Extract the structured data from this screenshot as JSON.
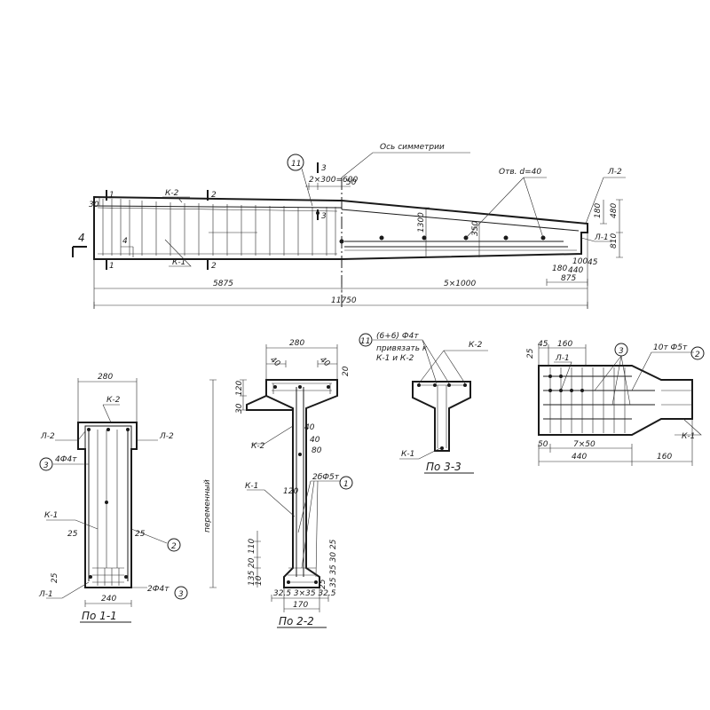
{
  "elevation": {
    "axis_of_symmetry": "Ось симметрии",
    "opening_label": "Отв. d=40",
    "dimensions": {
      "left_span": "5875",
      "right_span": "5×1000",
      "total_length": "11750",
      "height_middle": "1300",
      "end_height_top": "480",
      "end_height_bottom": "810",
      "end_small_1": "180",
      "end_small_2": "350",
      "bottom_180": "180",
      "bottom_100": "100",
      "bottom_440": "440",
      "bottom_45": "45",
      "bottom_875": "875",
      "top_step": "2×300=600",
      "top_50": "50",
      "left_30": "30"
    },
    "labels": {
      "k2": "К-2",
      "k1": "К-1",
      "l1": "Л-1",
      "l2": "Л-2",
      "section_1": "1",
      "section_2": "2",
      "section_3": "3",
      "section_4": "4",
      "callout_11": "11"
    }
  },
  "section_1": {
    "title": "По 1-1",
    "width_top": "280",
    "width_bottom": "240",
    "k2": "К-2",
    "k1": "К-1",
    "l2_left": "Л-2",
    "l2_right": "Л-2",
    "l1": "Л-1",
    "bar_top": "4Ф4т",
    "bar_bottom": "2Ф4т",
    "callout_3_top": "3",
    "callout_2": "2",
    "callout_3_bottom": "3",
    "cover_left": "25",
    "cover_right": "25",
    "cover_bottom": "25"
  },
  "section_2": {
    "title": "По 2-2",
    "width_top": "280",
    "flange_left": "40",
    "flange_right": "40",
    "top_20": "20",
    "web_label": "переменный",
    "h120": "120",
    "h30": "30",
    "d40_a": "40",
    "d40_b": "40",
    "d80": "80",
    "d120": "120",
    "k2": "К-2",
    "k1": "К-1",
    "bars": "2бФ5т",
    "callout_1": "1",
    "bottom_110": "110",
    "bottom_20": "20",
    "bottom_135": "135",
    "bottom_10": "10",
    "bottom_dims": "32.5  3×35  32.5",
    "bottom_width": "170",
    "right_stack": "35 35 30 25",
    "bottom_extra": "25"
  },
  "section_3": {
    "title": "По 3-3",
    "callout_11": "11",
    "bars": "(6+6) Ф4т",
    "note_line1": "привязать к",
    "note_line2": "К-1 и К-2",
    "k2": "К-2",
    "k1": "К-1"
  },
  "section_4": {
    "dim_45": "45",
    "dim_160": "160",
    "dim_25": "25",
    "l1": "Л-1",
    "callout_3": "3",
    "bars": "10т Ф5т",
    "callout_2": "2",
    "dim_50": "50",
    "dim_7x50": "7×50",
    "dim_440": "440",
    "dim_160b": "160",
    "k1": "К-1"
  }
}
